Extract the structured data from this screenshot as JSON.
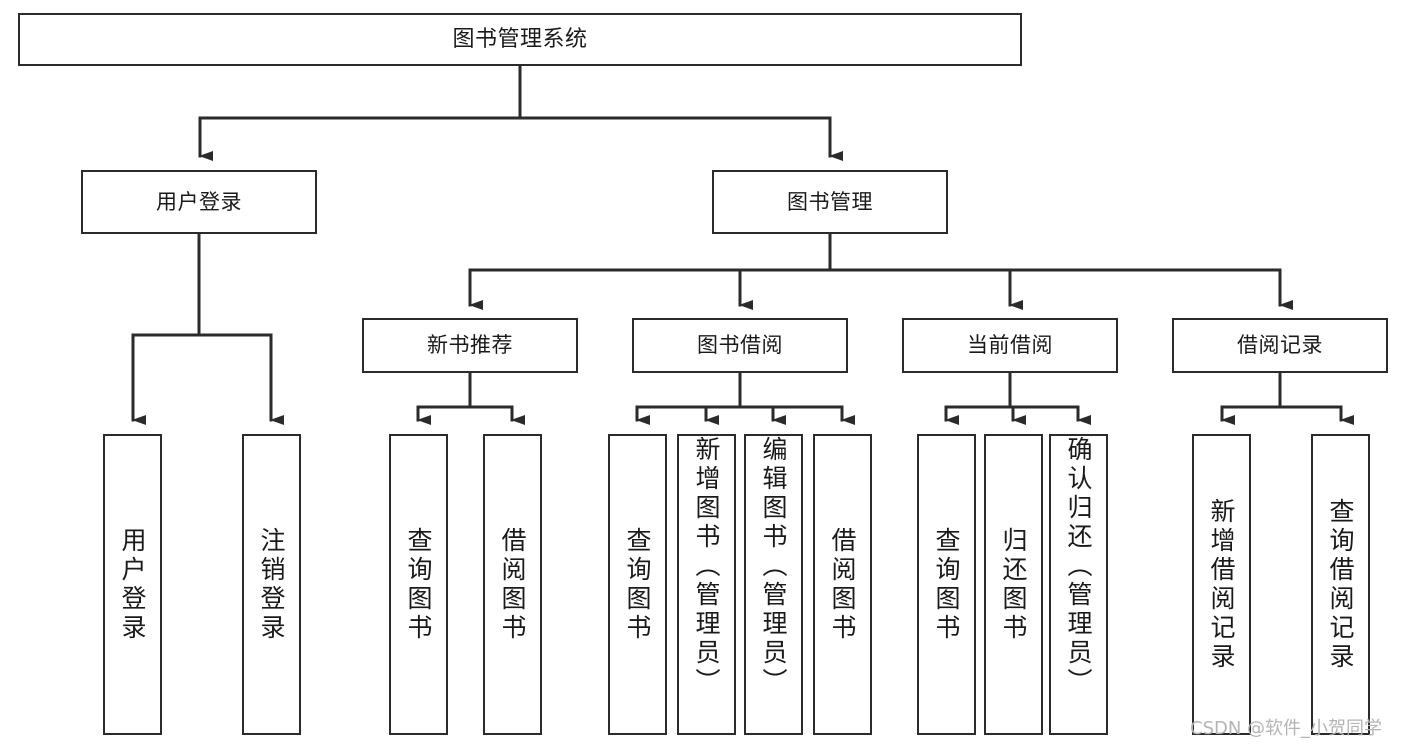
{
  "diagram": {
    "type": "tree-hierarchy",
    "title": "图书管理系统",
    "watermark": "CSDN @软件_小贺同学",
    "colors": {
      "background": "#ffffff",
      "box_border": "#2b2b2b",
      "box_fill": "#ffffff",
      "edge": "#2b2b2b",
      "text": "#1a1a1a",
      "watermark": "#b4b4b4"
    },
    "nodes": {
      "root": {
        "label": "图书管理系统"
      },
      "level2": [
        {
          "id": "user-login",
          "label": "用户登录"
        },
        {
          "id": "book-manage",
          "label": "图书管理"
        }
      ],
      "level3": [
        {
          "id": "new-book-recommend",
          "label": "新书推荐"
        },
        {
          "id": "book-borrow",
          "label": "图书借阅"
        },
        {
          "id": "current-borrow",
          "label": "当前借阅"
        },
        {
          "id": "borrow-record",
          "label": "借阅记录"
        }
      ],
      "leaves": {
        "user-login": [
          {
            "id": "leaf-user-login",
            "label": "用户登录"
          },
          {
            "id": "leaf-user-logout",
            "label": "注销登录"
          }
        ],
        "new-book-recommend": [
          {
            "id": "leaf-query-book-1",
            "label": "查询图书"
          },
          {
            "id": "leaf-borrow-book-1",
            "label": "借阅图书"
          }
        ],
        "book-borrow": [
          {
            "id": "leaf-query-book-2",
            "label": "查询图书"
          },
          {
            "id": "leaf-add-book",
            "label": "新增图书（管理员）"
          },
          {
            "id": "leaf-edit-book",
            "label": "编辑图书（管理员）"
          },
          {
            "id": "leaf-borrow-book-2",
            "label": "借阅图书"
          }
        ],
        "current-borrow": [
          {
            "id": "leaf-query-book-3",
            "label": "查询图书"
          },
          {
            "id": "leaf-return-book",
            "label": "归还图书"
          },
          {
            "id": "leaf-confirm-return",
            "label": "确认归还（管理员）"
          }
        ],
        "borrow-record": [
          {
            "id": "leaf-add-record",
            "label": "新增借阅记录"
          },
          {
            "id": "leaf-query-record",
            "label": "查询借阅记录"
          }
        ]
      }
    }
  }
}
